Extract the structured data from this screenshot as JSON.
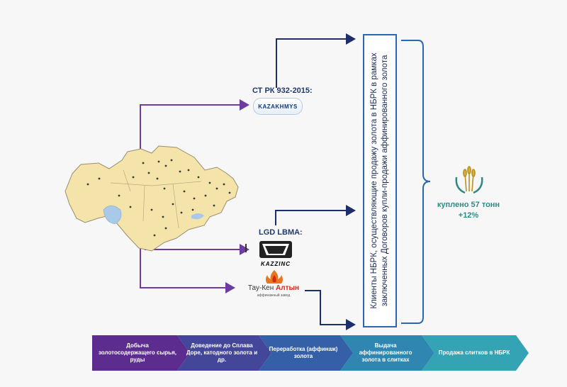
{
  "standards": {
    "ct_label": "СТ РК 932-2015:",
    "lbma_label": "LGD LBMA:"
  },
  "logos": {
    "kazakhmys": "KAZAKHMYS",
    "kazzinc": "KAZZINC",
    "taukn_part1": "Тау-Кен ",
    "taukn_part2": "Алтын",
    "taukn_sub": "аффинажный завод"
  },
  "main_box": {
    "text": "Клиенты НБРК, осуществляющие продажу золота в НБРК в рамках заключенных Договоров купли-продажи аффинированного золота"
  },
  "result": {
    "line1": "куплено 57 тонн",
    "line2": "+12%"
  },
  "process": [
    {
      "label": "Добыча золотосодержащего сырья, руды",
      "color": "#5c2d8e"
    },
    {
      "label": "Доведение до Сплава Доре, катодного золота и др.",
      "color": "#44469a"
    },
    {
      "label": "Переработка (аффинаж) золота",
      "color": "#3560a8"
    },
    {
      "label": "Выдача аффинированного золота в слитках",
      "color": "#2f86b0"
    },
    {
      "label": "Продажа слитков в НБРК",
      "color": "#34a3b4"
    }
  ],
  "colors": {
    "purple_arrow": "#6d3c9e",
    "navy_arrow": "#1e2d6b",
    "box_border": "#2b66b4",
    "map_fill": "#f4e4a9",
    "lake_fill": "#a9c9e8",
    "result_text": "#2f8a83"
  },
  "icons": [
    "kazakhmys-logo",
    "kazzinc-logo",
    "taukn-logo",
    "nbrk-emblem",
    "kazakhstan-map"
  ]
}
